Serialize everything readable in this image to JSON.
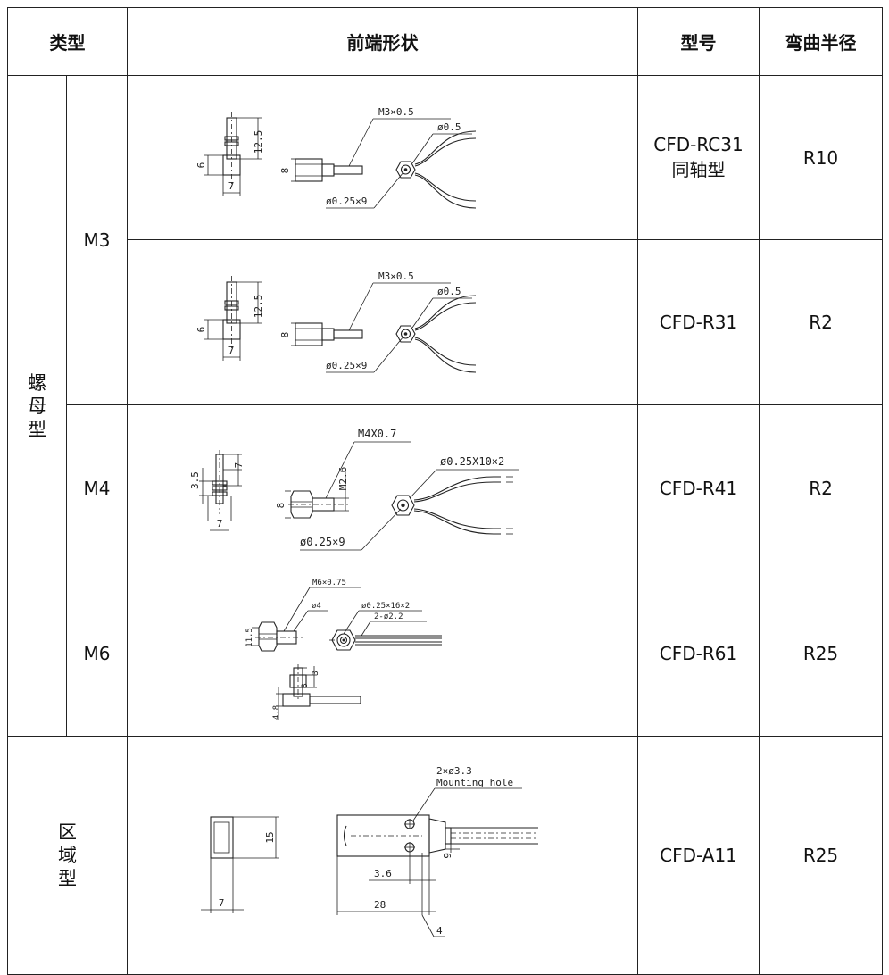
{
  "header": {
    "type": "类型",
    "shape": "前端形状",
    "model": "型号",
    "radius": "弯曲半径"
  },
  "groups": {
    "nut": [
      "螺",
      "母",
      "型"
    ],
    "area": [
      "区",
      "域",
      "型"
    ]
  },
  "sizes": {
    "m3": "M3",
    "m4": "M4",
    "m6": "M6"
  },
  "rows": [
    {
      "model": "CFD-RC31",
      "model_sub": "同轴型",
      "radius": "R10",
      "dims": {
        "thread": "M3×0.5",
        "dia": "ø0.5",
        "fiber": "ø0.25×9",
        "h": "12.5",
        "w": "7",
        "a": "6",
        "b": "8"
      }
    },
    {
      "model": "CFD-R31",
      "radius": "R2",
      "dims": {
        "thread": "M3×0.5",
        "dia": "ø0.5",
        "fiber": "ø0.25×9",
        "h": "12.5",
        "w": "7",
        "a": "6",
        "b": "8"
      }
    },
    {
      "model": "CFD-R41",
      "radius": "R2",
      "dims": {
        "thread": "M4X0.7",
        "dia": "ø0.25X10×2",
        "fiber": "ø0.25×9",
        "h": "3.5",
        "w": "7",
        "a": "7",
        "b": "8",
        "m": "M2.6"
      }
    },
    {
      "model": "CFD-R61",
      "radius": "R25",
      "dims": {
        "thread": "M6×0.75",
        "d4": "ø4",
        "fiber": "ø0.25×16×2",
        "hole": "2-ø2.2",
        "a": "11.5",
        "b": "3",
        "c": "8",
        "d": "4.8"
      }
    },
    {
      "model": "CFD-A11",
      "radius": "R25",
      "dims": {
        "hole": "2×ø3.3",
        "hole_en": "Mounting hole",
        "h": "15",
        "w": "7",
        "s": "3.6",
        "l": "28",
        "t": "4",
        "g": "9"
      }
    }
  ]
}
